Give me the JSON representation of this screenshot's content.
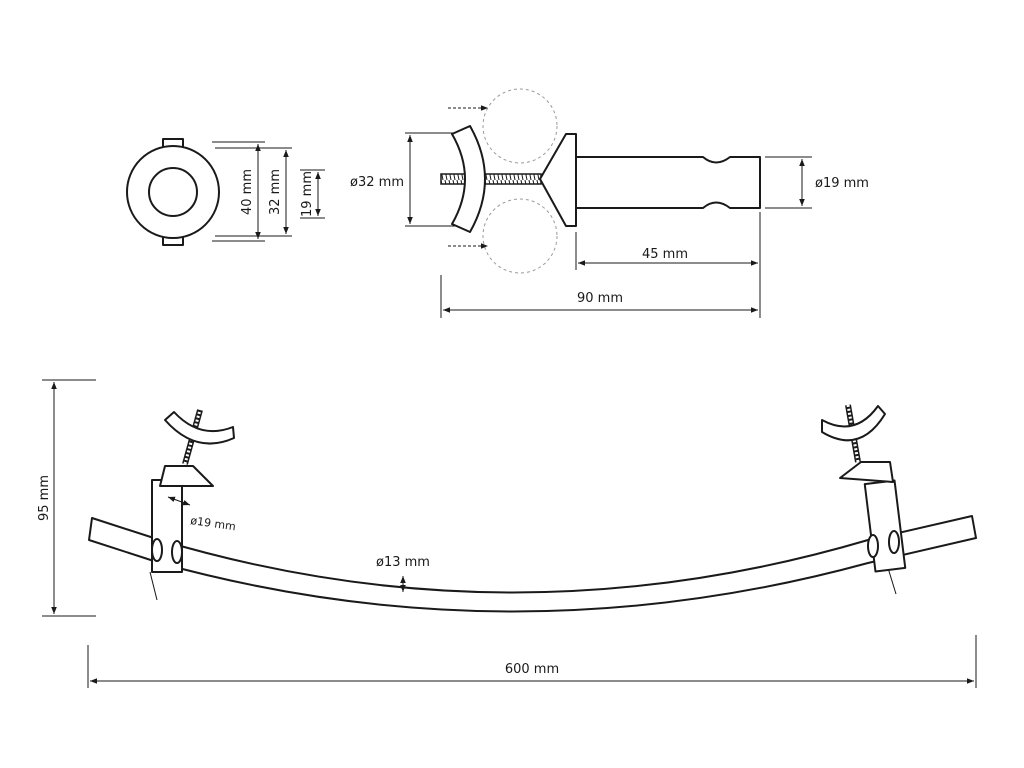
{
  "dimensions": {
    "outer_diameter": "40 mm",
    "inner_diameter": "32 mm",
    "hole_diameter": "19 mm",
    "bracket_diameter": "ø32 mm",
    "post_diameter": "ø19 mm",
    "post_length": "45 mm",
    "bracket_length": "90 mm",
    "total_height": "95 mm",
    "support_diameter": "ø19 mm",
    "rail_diameter": "ø13 mm",
    "total_width": "600 mm"
  },
  "colors": {
    "line": "#1a1a1a",
    "ghost": "#9a9a9a",
    "background": "#ffffff"
  }
}
